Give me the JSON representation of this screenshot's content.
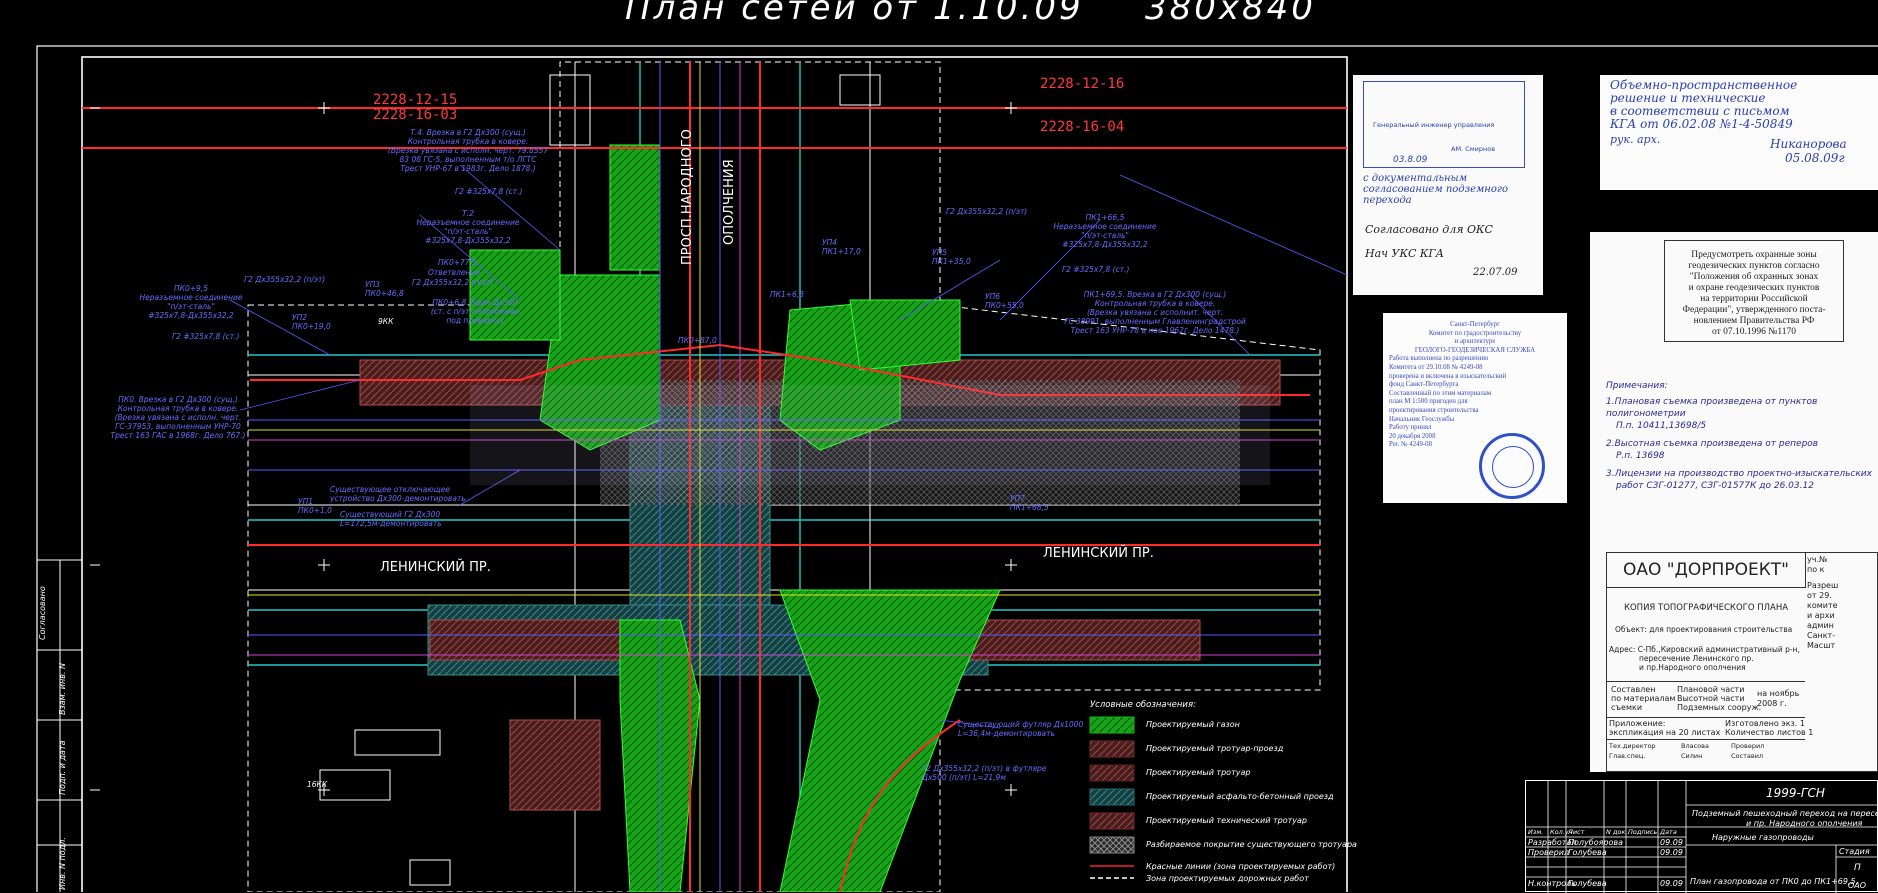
{
  "header": {
    "title": "План сетей от 1.10.09",
    "size": "380x840"
  },
  "sheet_codes": {
    "top_left_1": "2228-12-15",
    "top_left_2": "2228-16-03",
    "top_right_1": "2228-12-16",
    "top_right_2": "2228-16-04"
  },
  "streets": {
    "leninsky_left": "ЛЕНИНСКИЙ ПР.",
    "leninsky_right": "ЛЕНИНСКИЙ ПР.",
    "narodnogo_1": "ПРОСП.НАРОДНОГО",
    "narodnogo_2": "ОПОЛЧЕНИЯ"
  },
  "pipe_annotations": {
    "t4": "Т.4. Врезка в Г2 Дх300 (сущ.)",
    "t4_l2": "Контрольная трубка в ковере.",
    "t4_l3": "(Врезка увязана с исполн. черт. 79.8557",
    "t4_l4": "83 08 ГС-5, выполненным т/о ЛГТС",
    "t4_l5": "Трест УНР-67 в 1983г. Дело 1878.)",
    "g2_325_a": "Г2 #325х7,8 (ст.)",
    "t2": "Т.2",
    "t2_l2": "Неразъемное соединение",
    "t2_l3": "\"п/эт-сталь\"",
    "t2_l4": "#325х7,8-Дх355х32,2",
    "pk0_775": "ПК0+77,5",
    "otvetvlenie": "Ответвление",
    "g2_355_pe": "Г2 Дх355х32,2 (п/эт)",
    "pk0_left": "ПК0+9,5",
    "neraz_left": "Неразъемное соединение",
    "neraz_left_2": "\"п/эт-сталь\"",
    "neraz_left_3": "#325х7,8-Дх355х32,2",
    "g2_325_b": "Г2 #325х7,8 (ст.)",
    "pk0_kran": "ПК0+6,8. Кран Дх300",
    "pk0_kran_2": "(ст. с п/эт патрубками",
    "pk0_kran_3": "под приварку)",
    "g2_355_right": "Г2 Дх355х32,2 (п/эт)",
    "pk1_665": "ПК1+66,5",
    "neraz_right": "Неразъемное соединение",
    "neraz_right_2": "\"п/эт-сталь\"",
    "neraz_right_3": "#325х7,8-Дх355х32,2",
    "g2_325_right": "Г2 #325х7,8 (ст.)",
    "pk1_695": "ПК1+69,5. Врезка в Г2 Дх300 (сущ.)",
    "pk1_695_2": "Контрольная трубка в ковере.",
    "pk1_695_3": "(Врезка увязана с исполнит. черт.",
    "pk1_695_4": "ГС 38991, выполненным Главленинградстрой",
    "pk1_695_5": "Трест 163 УНР-78 в ное 1962г. Дело 1478.)",
    "pk0_vrezka": "ПК0. Врезка в Г2 Дх300 (сущ.)",
    "pk0_vrezka_2": "Контрольная трубка в ковере.",
    "pk0_vrezka_3": "(Врезка увязана с исполн. черт.",
    "pk0_vrezka_4": "ГС-37953, выполненным УНР-70",
    "pk0_vrezka_5": "Трест 163 ГАС в 1968г. Дело 767.)",
    "sush_otkl": "Существующее отключающее",
    "sush_otkl_2": "устройство Дх300-демонтировать",
    "sush_g2": "Существующий Г2 Дх300",
    "sush_g2_2": "L=172,5м-демонтировать",
    "futlyar": "Существующий футляр Дх1000",
    "futlyar_2": "L=36,4м-демонтировать",
    "g2_futlyar": "Г2 Дх355х32,2 (п/эт) в футляре",
    "g2_futlyar_2": "Дх500 (п/эт) L=21,9м",
    "up2": "УП2",
    "up2_pk": "ПК0+19,0",
    "up3": "УП3",
    "up3_pk": "ПК0+46,8",
    "up4": "УП4",
    "up4_pk": "ПК1+17,0",
    "up5": "УП5",
    "up5_pk": "ПК1+35,0",
    "up6": "УП6",
    "up6_pk": "ПК0+55,0",
    "up7": "УП7",
    "up7_pk": "ПК1+68,5",
    "up1": "УП1",
    "up1_pk": "ПК0+1,0",
    "pk1_6": "ПК1+6,8",
    "pk0_870": "ПК0+87,0",
    "kk9": "9КК",
    "kk16": "16КК"
  },
  "legend": {
    "title": "Условные обозначения:",
    "items": [
      {
        "label": "Проектируемый газон",
        "color": "#19b319"
      },
      {
        "label": "Проектируемый тротуар-проезд",
        "color": "#6b2a2a"
      },
      {
        "label": "Проектируемый тротуар",
        "color": "#5a2020"
      },
      {
        "label": "Проектируемый асфальто-бетонный проезд",
        "color": "#1f6e6e"
      },
      {
        "label": "Проектируемый технический тротуар",
        "color": "#6e2a2a"
      },
      {
        "label": "Разбираемое покрытие существующего тротуара",
        "color": "#808080"
      },
      {
        "label": "Красные линии (зона проектируемых работ)",
        "color": "#ff2020"
      },
      {
        "label": "Зона проектируемых дорожных работ",
        "color": "#ffffff"
      }
    ]
  },
  "approval_stamp": {
    "line1": "Генеральный инженер управления",
    "line2": "АМ. Смирнов",
    "date": "03.8.09",
    "note_hand": "с документальным согласованием подземного перехода",
    "sogl": "Согласовано для ОКС",
    "sogl_2": "Нач УКС КГА",
    "sogl_date": "22.07.09"
  },
  "hand_note": {
    "line1": "Объемно-пространственное",
    "line2": "решение и технические",
    "line3": "в соответствии с письмом",
    "line4": "КГА от 06.02.08 №1-4-50849",
    "line5": "рук. арх.",
    "line6": "Никанорова",
    "line7": "05.08.09г"
  },
  "geo_stamp": {
    "l1": "Санкт-Петербург",
    "l2": "Комитет по градостроительству",
    "l3": "и архитектуре",
    "l4": "ГЕОЛОГО-ГЕОДЕЗИЧЕСКАЯ СЛУЖБА",
    "l5": "Работа выполнена по разрешению",
    "l6": "Комитета от 29.10.08 № 4249-08",
    "l7": "проверена и включена в изыскательский",
    "l8": "фонд Санкт-Петербурга",
    "l9": "Составленный по этим материалам",
    "l10": "план М 1:500 пригоден для",
    "l11": "проектирования строительства",
    "l12": "Начальник Геослужбы",
    "l13": "Работу принял",
    "l14": "20 декабря 2008",
    "l15": "Рег. № 4249-08"
  },
  "zone_note": {
    "l1": "Предусмотреть охранные зоны",
    "l2": "геодезических пунктов согласно",
    "l3": "\"Положения об охранных зонах",
    "l4": "и охране геодезических пунктов",
    "l5": "на территории Российской",
    "l6": "Федерации\", утвержденного поста-",
    "l7": "новлением Правительства РФ",
    "l8": "от 07.10.1996 №1170"
  },
  "remarks": {
    "title": "Примечания:",
    "r1": "1.Плановая съемка произведена от пунктов полигонометрии",
    "r1b": "П.п. 10411,13698/5",
    "r2": "2.Высотная съемка произведена от реперов",
    "r2b": "Р.п. 13698",
    "r3": "3.Лицензии на производство проектно-изыскательских",
    "r3b": "работ СЗГ-01277, СЗГ-01577К до 26.03.12"
  },
  "dorproekt": {
    "company": "ОАО \"ДОРПРОЕКТ\"",
    "sheet_title": "КОПИЯ ТОПОГРАФИЧЕСКОГО ПЛАНА",
    "object": "Объект: для проектирования строительства",
    "address_1": "Адрес: С-Пб.,Кировский административный р-н,",
    "address_2": "пересечение Ленинского пр.",
    "address_3": "и пр.Народного ополчения",
    "compiled": "Составлен",
    "compiled_2": "по материалам",
    "compiled_3": "съемки",
    "plan_1": "Плановой части",
    "plan_2": "Высотной части",
    "plan_3": "Подземных соорyж.",
    "date": "на ноябрь",
    "year": "2008 г.",
    "attachment": "Приложение:",
    "attachment_2": "экспликация на 20 листах",
    "copies": "Изготовлено экз. 1",
    "sheets": "Количество листов 1",
    "tech_dir": "Тех.директор",
    "chief_geo": "Глав.спец.",
    "tech_name": "Власова",
    "chief_name": "Силин",
    "checked": "Проверил",
    "compiled_by": "Составил",
    "right_1": "уч.№",
    "right_2": "по к",
    "right_3": "Разреш",
    "right_4": "от 29.",
    "right_5": "комите",
    "right_6": "и архи",
    "right_7": "админ",
    "right_8": "Санкт-",
    "right_9": "Масшт"
  },
  "title_block": {
    "code": "1999-ГСН",
    "project": "Подземный пешеходный переход на пересечении Ле",
    "project_2": "и пр. Народного ополчения",
    "section": "Наружные газопроводы",
    "sheet_name": "План газопровода от ПК0 до ПК1+69,5.",
    "stage_label": "Стадия",
    "stage": "П",
    "org": "ОАО",
    "cols": [
      "Изм.",
      "Кол.уч",
      "Лист",
      "N док.",
      "Подпись",
      "Дата"
    ],
    "row1": [
      "Разработал",
      "Полубоярова",
      "09.09"
    ],
    "row2": [
      "Проверил",
      "Голубева",
      "09.09"
    ],
    "row3": [
      "Н.контроль",
      "Голубева",
      "09.09"
    ]
  },
  "left_strip": {
    "s1": "Согласовано",
    "s2": "Взам. инв. N",
    "s3": "Подп. и дата",
    "s4": "Инв. N подл."
  },
  "colors": {
    "background": "#000000",
    "pipe": "#ff2a2a",
    "annotation": "#5a5aff",
    "lawn": "#19b319",
    "frame": "#ffffff",
    "red_label": "#ff2a2a"
  }
}
